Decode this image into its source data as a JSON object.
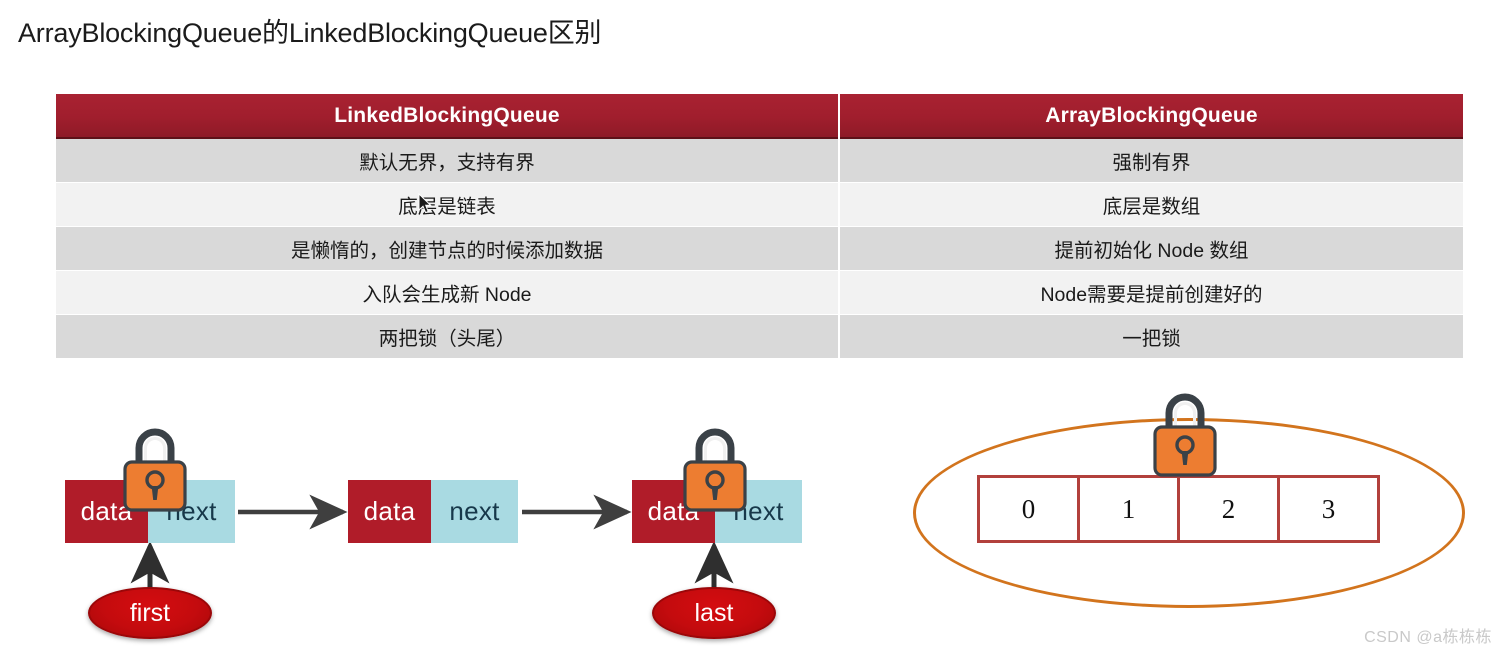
{
  "page": {
    "title": "ArrayBlockingQueue的LinkedBlockingQueue区别",
    "watermark": "CSDN @a栋栋栋"
  },
  "table": {
    "headers": {
      "left": "LinkedBlockingQueue",
      "right": "ArrayBlockingQueue"
    },
    "rows": [
      {
        "left": "默认无界，支持有界",
        "right": "强制有界"
      },
      {
        "left": "底层是链表",
        "right": "底层是数组"
      },
      {
        "left": "是懒惰的，创建节点的时候添加数据",
        "right": "提前初始化 Node 数组"
      },
      {
        "left": "入队会生成新 Node",
        "right": "Node需要是提前创建好的"
      },
      {
        "left": "两把锁（头尾）",
        "right": "一把锁"
      }
    ],
    "colors": {
      "header_bg": "#a01e2d",
      "header_text": "#ffffff",
      "row_odd_bg": "#d9d9d9",
      "row_even_bg": "#f2f2f2",
      "row_text": "#1a1a1a"
    }
  },
  "linked_list_diagram": {
    "nodes": [
      {
        "data_label": "data",
        "next_label": "next",
        "has_lock": true
      },
      {
        "data_label": "data",
        "next_label": "next",
        "has_lock": false
      },
      {
        "data_label": "data",
        "next_label": "next",
        "has_lock": true
      }
    ],
    "pointers": [
      {
        "label": "first",
        "target_node": 1
      },
      {
        "label": "last",
        "target_node": 3
      }
    ],
    "colors": {
      "data_bg": "#b01c29",
      "data_text": "#ffffff",
      "next_bg": "#a9dae2",
      "next_text": "#17384a",
      "pointer_bg": "#c40b0e",
      "pointer_text": "#ffffff",
      "arrow": "#3f3f3f"
    }
  },
  "array_diagram": {
    "cells": [
      "0",
      "1",
      "2",
      "3"
    ],
    "lock_count": 1,
    "colors": {
      "ellipse_border": "#d2741d",
      "cell_border": "#b2403c",
      "cell_bg": "#ffffff",
      "cell_text": "#111111"
    }
  },
  "lock_icon": {
    "name": "padlock-icon",
    "body_color": "#ED7D31",
    "outline_color": "#3a4147"
  }
}
